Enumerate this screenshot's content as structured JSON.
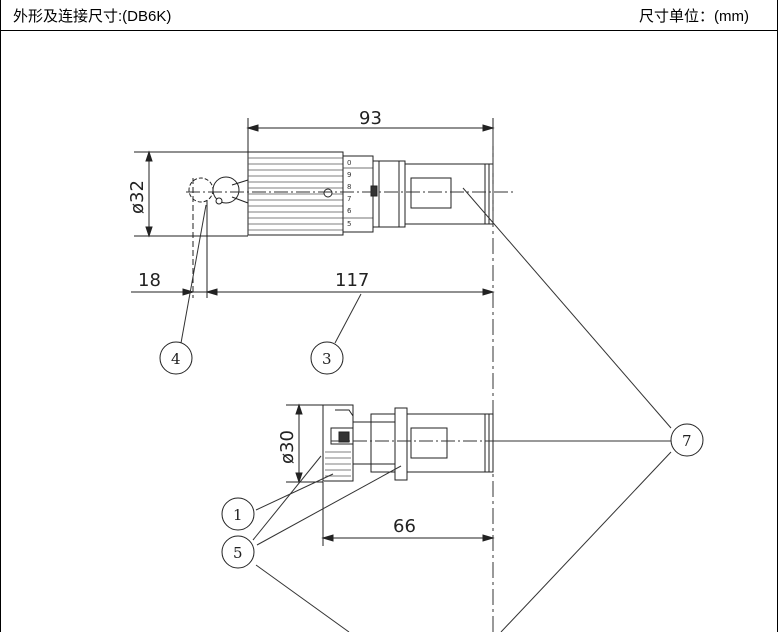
{
  "header": {
    "title": "外形及连接尺寸:(DB6K)",
    "unit": "尺寸单位：(mm)"
  },
  "dimensions": {
    "length_top": "93",
    "diameter_top": "ø32",
    "offset_left": "18",
    "length_bottom": "117",
    "diameter_bottom": "ø30",
    "length_lower": "66"
  },
  "callouts": [
    "1",
    "3",
    "4",
    "5",
    "7"
  ],
  "scale_marks": [
    "0",
    "9",
    "8",
    "7",
    "6",
    "5"
  ]
}
